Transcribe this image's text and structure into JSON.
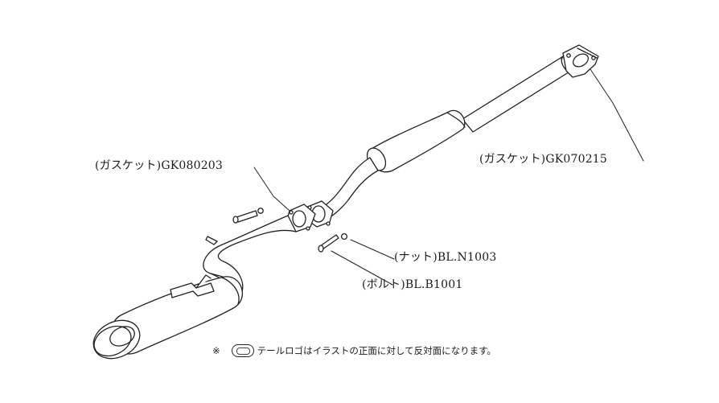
{
  "callouts": {
    "gasket_rear": "(ガスケット)GK080203",
    "gasket_front": "(ガスケット)GK070215",
    "nut": "(ナット)BL.N1003",
    "bolt": "(ボルト)BL.B1001"
  },
  "note": {
    "mark": "※",
    "text": "テールロゴはイラストの正面に対して反対面になります。"
  },
  "colors": {
    "line": "#222222",
    "background": "#ffffff"
  }
}
